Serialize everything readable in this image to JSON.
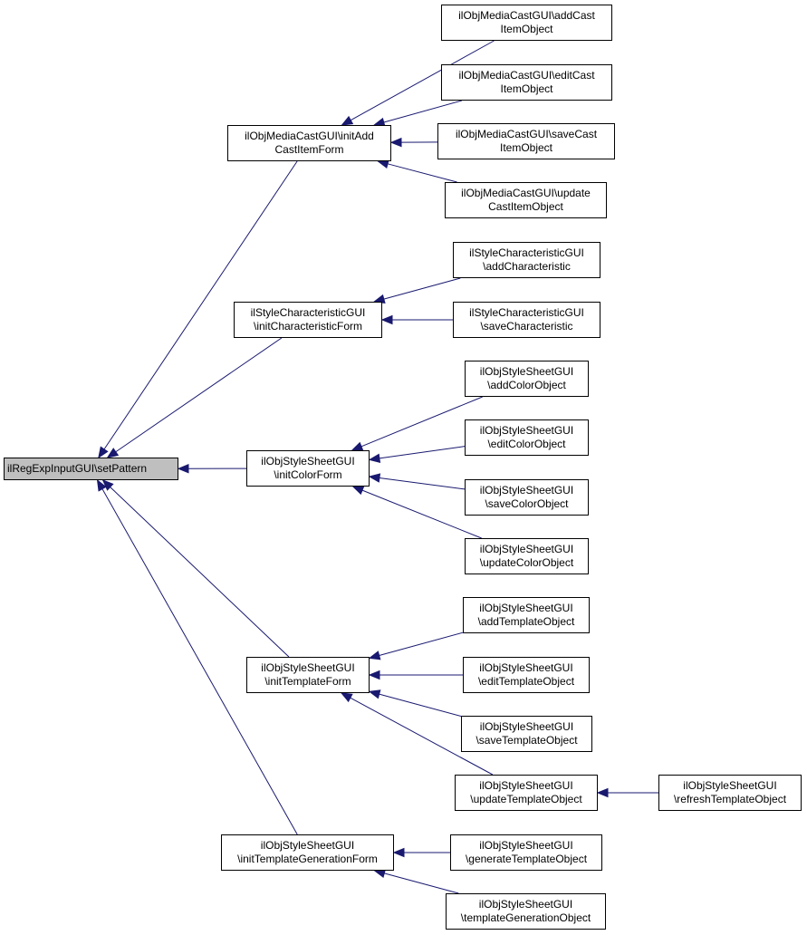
{
  "colors": {
    "edge": "#191970",
    "border": "#000000",
    "root_fill": "#bfbfbf",
    "node_fill": "#ffffff"
  },
  "nodes": {
    "root": {
      "label": [
        "ilRegExpInputGUI\\setPattern"
      ]
    },
    "mc_init": {
      "label": [
        "ilObjMediaCastGUI\\initAdd",
        "CastItemForm"
      ]
    },
    "mc_add": {
      "label": [
        "ilObjMediaCastGUI\\addCast",
        "ItemObject"
      ]
    },
    "mc_edit": {
      "label": [
        "ilObjMediaCastGUI\\editCast",
        "ItemObject"
      ]
    },
    "mc_save": {
      "label": [
        "ilObjMediaCastGUI\\saveCast",
        "ItemObject"
      ]
    },
    "mc_update": {
      "label": [
        "ilObjMediaCastGUI\\update",
        "CastItemObject"
      ]
    },
    "sc_init": {
      "label": [
        "ilStyleCharacteristicGUI",
        "\\initCharacteristicForm"
      ]
    },
    "sc_add": {
      "label": [
        "ilStyleCharacteristicGUI",
        "\\addCharacteristic"
      ]
    },
    "sc_save": {
      "label": [
        "ilStyleCharacteristicGUI",
        "\\saveCharacteristic"
      ]
    },
    "cf_init": {
      "label": [
        "ilObjStyleSheetGUI",
        "\\initColorForm"
      ]
    },
    "cf_add": {
      "label": [
        "ilObjStyleSheetGUI",
        "\\addColorObject"
      ]
    },
    "cf_edit": {
      "label": [
        "ilObjStyleSheetGUI",
        "\\editColorObject"
      ]
    },
    "cf_save": {
      "label": [
        "ilObjStyleSheetGUI",
        "\\saveColorObject"
      ]
    },
    "cf_update": {
      "label": [
        "ilObjStyleSheetGUI",
        "\\updateColorObject"
      ]
    },
    "tf_init": {
      "label": [
        "ilObjStyleSheetGUI",
        "\\initTemplateForm"
      ]
    },
    "tf_add": {
      "label": [
        "ilObjStyleSheetGUI",
        "\\addTemplateObject"
      ]
    },
    "tf_edit": {
      "label": [
        "ilObjStyleSheetGUI",
        "\\editTemplateObject"
      ]
    },
    "tf_save": {
      "label": [
        "ilObjStyleSheetGUI",
        "\\saveTemplateObject"
      ]
    },
    "tf_update": {
      "label": [
        "ilObjStyleSheetGUI",
        "\\updateTemplateObject"
      ]
    },
    "tf_refresh": {
      "label": [
        "ilObjStyleSheetGUI",
        "\\refreshTemplateObject"
      ]
    },
    "tg_init": {
      "label": [
        "ilObjStyleSheetGUI",
        "\\initTemplateGenerationForm"
      ]
    },
    "tg_generate": {
      "label": [
        "ilObjStyleSheetGUI",
        "\\generateTemplateObject"
      ]
    },
    "tg_generation": {
      "label": [
        "ilObjStyleSheetGUI",
        "\\templateGenerationObject"
      ]
    }
  },
  "edges": [
    {
      "from": "mc_init",
      "to": "root"
    },
    {
      "from": "sc_init",
      "to": "root"
    },
    {
      "from": "cf_init",
      "to": "root"
    },
    {
      "from": "tf_init",
      "to": "root"
    },
    {
      "from": "tg_init",
      "to": "root"
    },
    {
      "from": "mc_add",
      "to": "mc_init"
    },
    {
      "from": "mc_edit",
      "to": "mc_init"
    },
    {
      "from": "mc_save",
      "to": "mc_init"
    },
    {
      "from": "mc_update",
      "to": "mc_init"
    },
    {
      "from": "sc_add",
      "to": "sc_init"
    },
    {
      "from": "sc_save",
      "to": "sc_init"
    },
    {
      "from": "cf_add",
      "to": "cf_init"
    },
    {
      "from": "cf_edit",
      "to": "cf_init"
    },
    {
      "from": "cf_save",
      "to": "cf_init"
    },
    {
      "from": "cf_update",
      "to": "cf_init"
    },
    {
      "from": "tf_add",
      "to": "tf_init"
    },
    {
      "from": "tf_edit",
      "to": "tf_init"
    },
    {
      "from": "tf_save",
      "to": "tf_init"
    },
    {
      "from": "tf_update",
      "to": "tf_init"
    },
    {
      "from": "tf_refresh",
      "to": "tf_update"
    },
    {
      "from": "tg_generate",
      "to": "tg_init"
    },
    {
      "from": "tg_generation",
      "to": "tg_init"
    }
  ]
}
